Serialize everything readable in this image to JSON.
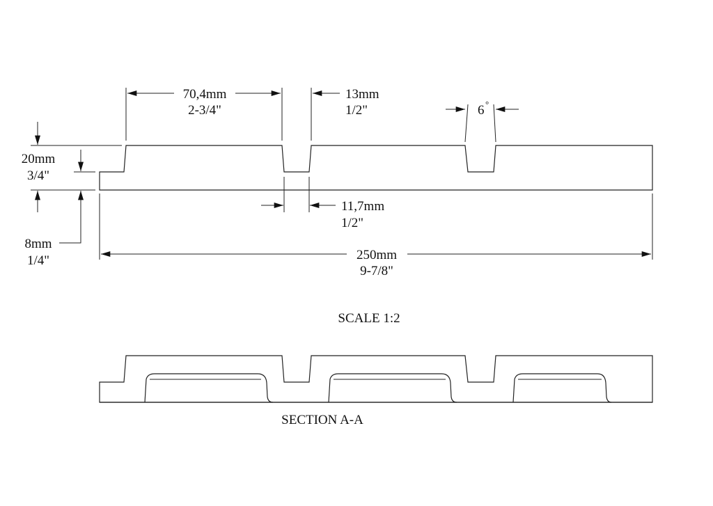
{
  "dimensions": {
    "step_width": {
      "mm": "70,4mm",
      "inch": "2-3/4\""
    },
    "groove_top_width": {
      "mm": "13mm",
      "inch": "1/2\""
    },
    "groove_angle": {
      "value": "6",
      "unit": "°"
    },
    "total_height": {
      "mm": "20mm",
      "inch": "3/4\""
    },
    "base_height": {
      "mm": "8mm",
      "inch": "1/4\""
    },
    "groove_bottom_width": {
      "mm": "11,7mm",
      "inch": "1/2\""
    },
    "total_length": {
      "mm": "250mm",
      "inch": "9-7/8\""
    }
  },
  "labels": {
    "scale": "SCALE  1:2",
    "section": "SECTION  A-A"
  }
}
